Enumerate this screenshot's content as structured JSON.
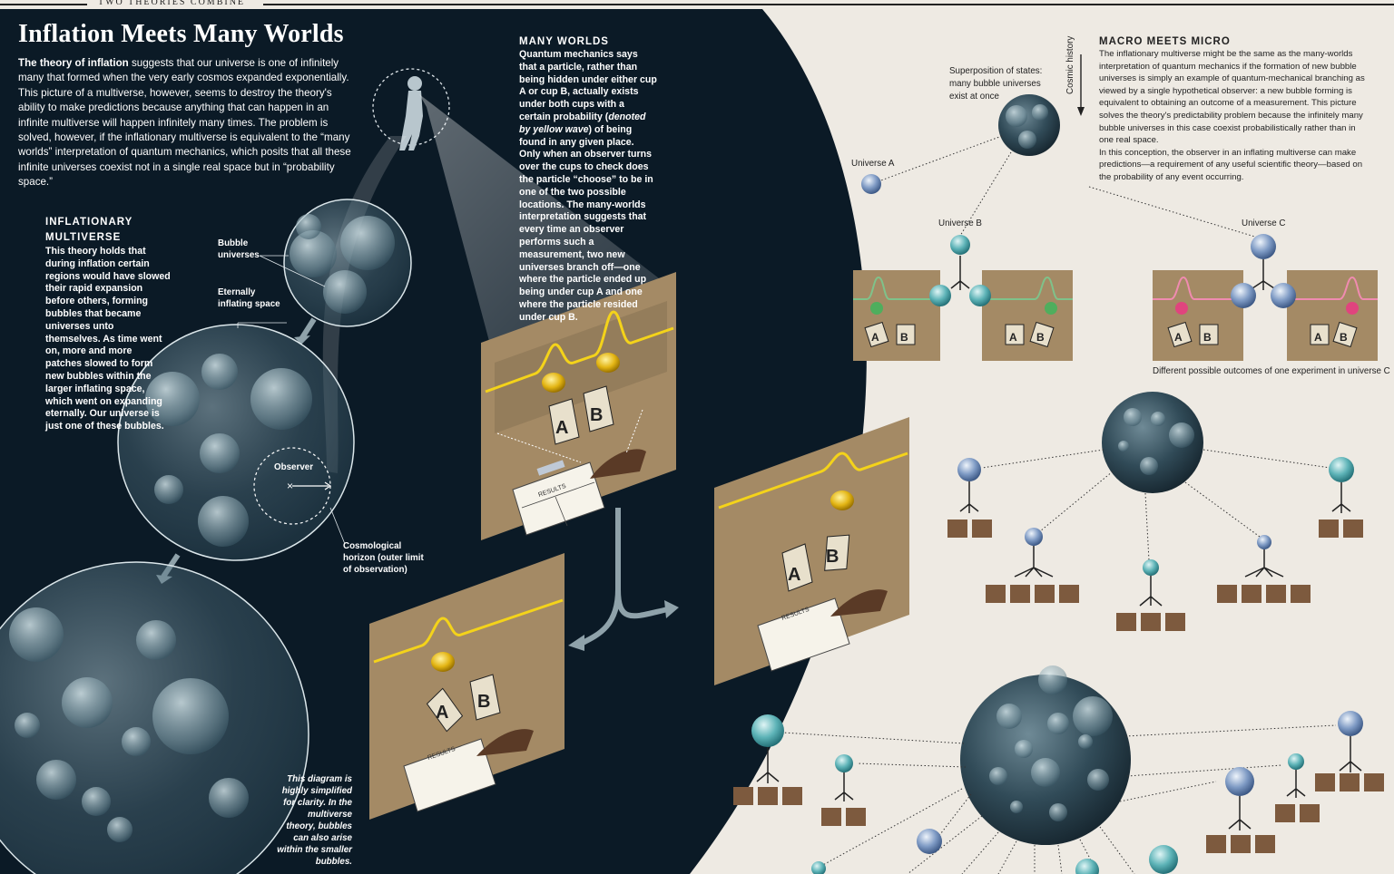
{
  "header": {
    "kicker": "TWO THEORIES COMBINE"
  },
  "title": "Inflation Meets Many Worlds",
  "intro": {
    "lead": "The theory of inflation",
    "body": "suggests that our universe is one of infinitely many that formed when the very early cosmos expanded exponentially. This picture of a multiverse, however, seems to destroy the theory's ability to make predictions because anything that can happen in an infinite multiverse will happen infinitely many times. The problem is solved, however, if the inflationary multiverse is equivalent to the “many worlds” interpretation of quantum mechanics, which posits that all these infinite universes coexist not in a single real space but in “probability space.”"
  },
  "inflationary": {
    "heading_line1": "INFLATIONARY",
    "heading_line2": "MULTIVERSE",
    "body": "This theory holds that during inflation certain regions would have slowed their rapid expansion before others, forming bubbles that became universes unto themselves. As time went on, more and more patches slowed to form new bubbles within the larger inflating space, which went on expanding eternally. Our universe is just one of these bubbles."
  },
  "labels": {
    "bubble_universes": "Bubble universes",
    "eternally_inflating": "Eternally inflating space",
    "observer": "Observer",
    "cosmological_horizon": "Cosmological horizon (outer limit of observation)",
    "simplified_note": "This diagram is highly simplified for clarity. In the multiverse theory, bubbles can also arise within the smaller bubbles."
  },
  "many_worlds": {
    "heading": "MANY WORLDS",
    "body_1": "Quantum mechanics says that a particle, rather than being hidden under either cup A or cup B, actually exists under both cups with a certain probability (",
    "body_italic": "denoted by yellow wave",
    "body_2": ") of being found in any given place. Only when an observer turns over the cups to check does the particle “choose” to be in one of the two possible locations. The many-worlds interpretation suggests that every time an observer performs such a measurement, two new universes branch off—one where the particle ended up being under cup A and one where the particle resided under cup B."
  },
  "macro": {
    "heading": "MACRO MEETS MICRO",
    "body_1": "The inflationary multiverse might be the same as the many-worlds interpretation of quantum mechanics if the formation of new bubble universes is simply an example of quantum-mechanical branching as viewed by a single hypothetical observer: a new bubble forming is equivalent to obtaining an outcome of a measurement. This picture solves the theory's predictability problem because the infinitely many bubble universes in this case coexist probabilistically rather than in one real space.",
    "body_2": "In this conception, the observer in an inflating multiverse can make predictions—a requirement of any useful scientific theory—based on the probability of any event occurring.",
    "superposition": "Superposition of states: many bubble universes exist at once",
    "cosmic_history": "Cosmic history",
    "universe_a": "Universe A",
    "universe_b": "Universe B",
    "universe_c": "Universe C",
    "outcomes_caption": "Different possible outcomes of one experiment in universe C"
  },
  "cups": {
    "a": "A",
    "b": "B",
    "results": "RESULTS"
  },
  "colors": {
    "space": "#0b1a26",
    "paper": "#eeeae3",
    "wave": "#f4d31a",
    "board": "#a48a65",
    "box": "#7d5a3e"
  }
}
